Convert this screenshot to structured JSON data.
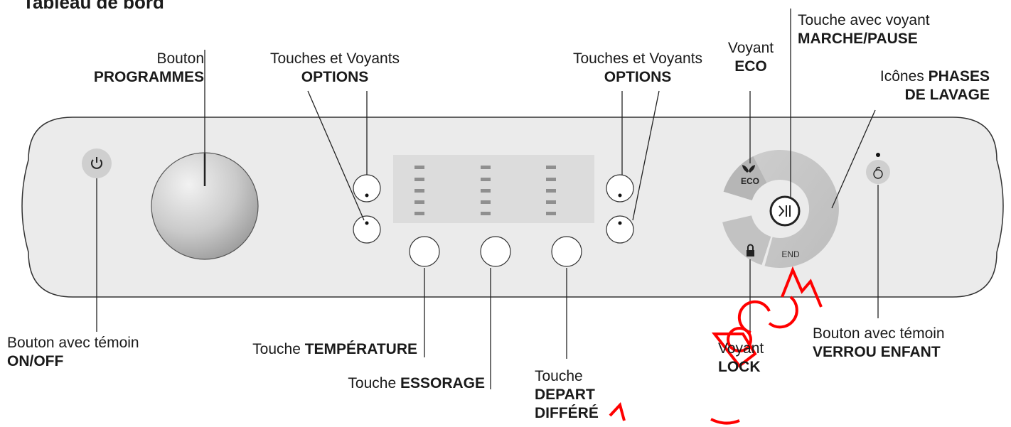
{
  "title": "Tableau de bord",
  "labels": {
    "programmes": {
      "line1": "Bouton",
      "line2": "PROGRAMMES"
    },
    "options_left": {
      "line1": "Touches et Voyants",
      "line2": "OPTIONS"
    },
    "options_right": {
      "line1": "Touches et Voyants",
      "line2": "OPTIONS"
    },
    "eco": {
      "line1": "Voyant",
      "line2": "ECO"
    },
    "marche_pause": {
      "line1": "Touche avec voyant",
      "line2": "MARCHE/PAUSE"
    },
    "phases": {
      "line1_prefix": "Icônes ",
      "line1_bold": "PHASES",
      "line2": "DE LAVAGE"
    },
    "onoff": {
      "line1": "Bouton avec témoin",
      "line2": "ON/OFF"
    },
    "temperature": {
      "prefix": "Touche ",
      "bold": "TEMPÉRATURE"
    },
    "essorage": {
      "prefix": "Touche ",
      "bold": "ESSORAGE"
    },
    "depart": {
      "line1": "Touche",
      "line2": "DEPART",
      "line3": "DIFFÉRÉ"
    },
    "lock": {
      "line1": "Voyant",
      "line2": "LOCK"
    },
    "verrou": {
      "line1": "Bouton avec témoin",
      "line2": "VERROU ENFANT"
    }
  },
  "panel": {
    "eco_icon_text": "ECO",
    "end_text": "END",
    "icons": [
      "power-icon",
      "leaf-icon",
      "play-pause-icon",
      "lock-icon",
      "child-lock-icon"
    ]
  },
  "watermark": "COM"
}
